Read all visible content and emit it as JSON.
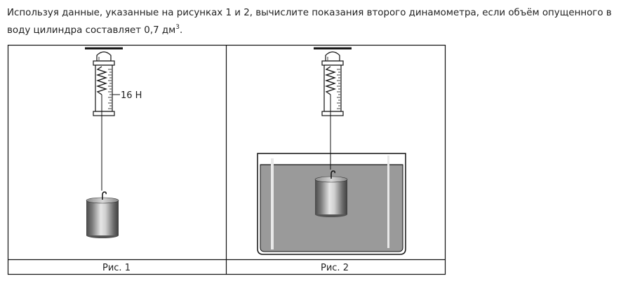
{
  "problem": {
    "text_main": "Используя данные, указанные на рисунках 1 и 2, вычислите показания второго динамометра, если объём опущенного в воду цилиндра составляет 0,7 дм",
    "unit_exponent": "3",
    "text_end": "."
  },
  "figure1": {
    "force_reading": "16 Н",
    "caption": "Рис. 1"
  },
  "figure2": {
    "caption": "Рис. 2"
  }
}
